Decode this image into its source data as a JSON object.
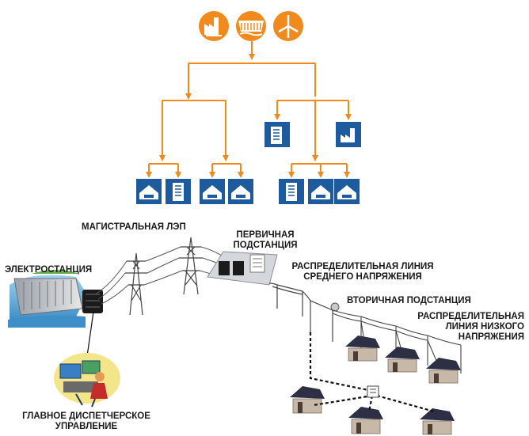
{
  "colors": {
    "orange": "#f08a1c",
    "blue": "#1d5b9e",
    "line": "#f08a1c",
    "wire": "#555555",
    "house_roof": "#2d2f44",
    "house_wall": "#c8b8a8"
  },
  "icons": {
    "sources": [
      "factory-icon",
      "dam-icon",
      "wind-turbine-icon"
    ],
    "intermediate": [
      "building-icon",
      "factory-icon"
    ],
    "consumers": [
      "house-icon",
      "office-building-icon",
      "house-icon",
      "house-icon",
      "office-building-icon",
      "house-icon",
      "house-icon"
    ]
  },
  "labels": {
    "main_line": "МАГИСТРАЛЬНАЯ ЛЭП",
    "primary_substation_1": "ПЕРВИЧНАЯ",
    "primary_substation_2": "ПОДСТАНЦИЯ",
    "power_station": "ЭЛЕКТРОСТАНЦИЯ",
    "dist_line_medium_1": "РАСПРЕДЕЛИТЕЛЬНАЯ ЛИНИЯ",
    "dist_line_medium_2": "СРЕДНЕГО НАПРЯЖЕНИЯ",
    "secondary_substation": "ВТОРИЧНАЯ ПОДСТАНЦИЯ",
    "dist_line_low_1": "РАСПРЕДЕЛИТЕЛЬНАЯ",
    "dist_line_low_2": "ЛИНИЯ НИЗКОГО",
    "dist_line_low_3": "НАПРЯЖЕНИЯ",
    "control_center_1": "ГЛАВНОЕ ДИСПЕТЧЕРСКОЕ",
    "control_center_2": "УПРАВЛЕНИЕ"
  }
}
